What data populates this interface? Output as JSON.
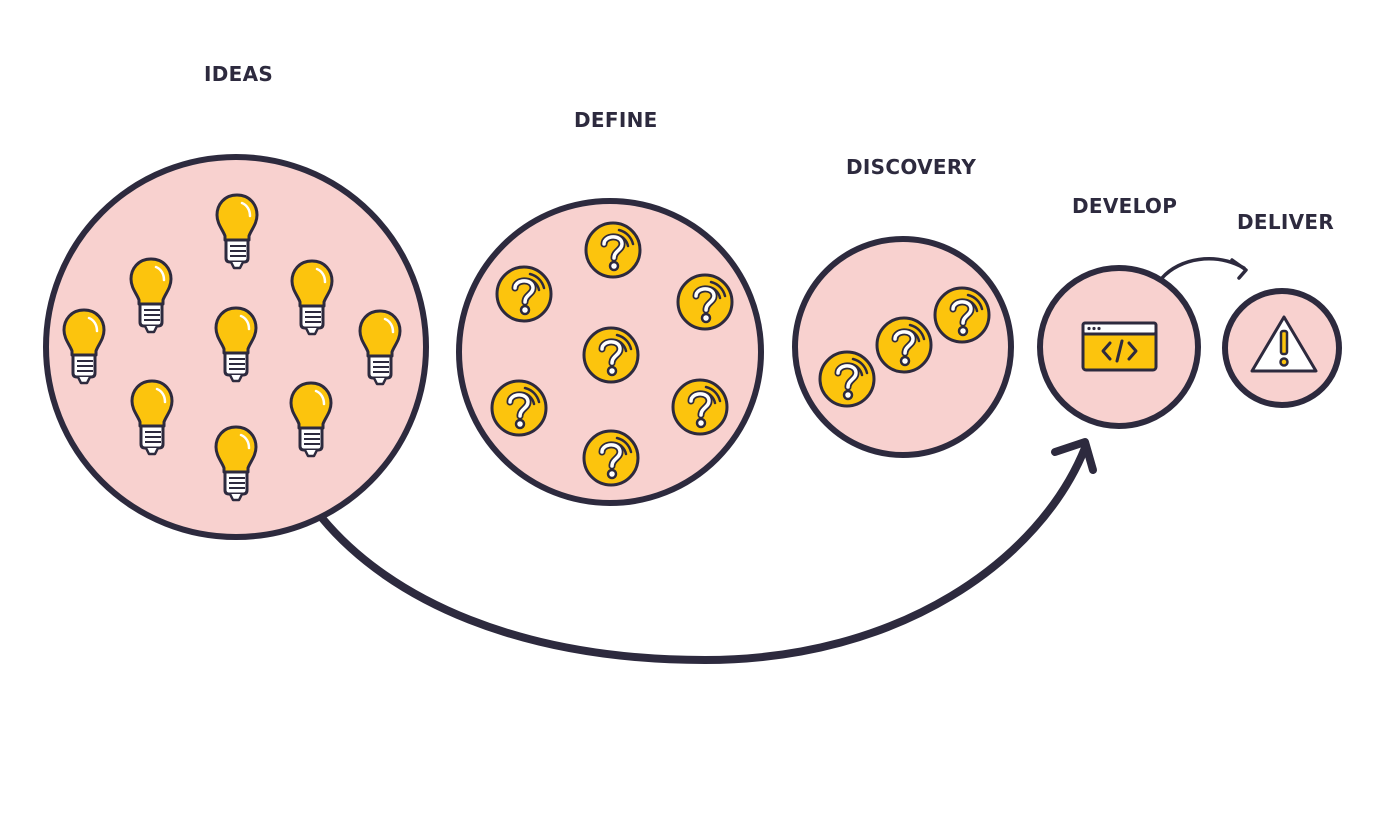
{
  "stages": [
    {
      "key": "ideas",
      "label": "IDEAS"
    },
    {
      "key": "define",
      "label": "DEFINE"
    },
    {
      "key": "discovery",
      "label": "DISCOVERY"
    },
    {
      "key": "develop",
      "label": "DEVELOP"
    },
    {
      "key": "deliver",
      "label": "DELIVER"
    }
  ],
  "colors": {
    "circle_fill": "#f8d1cf",
    "stroke": "#2d2a3e",
    "icon_yellow": "#fcc40d",
    "white": "#ffffff"
  },
  "icons": {
    "ideas": "lightbulb-icon",
    "define": "question-mark-icon",
    "discovery": "question-mark-icon",
    "develop": "code-window-icon",
    "deliver": "warning-icon"
  }
}
